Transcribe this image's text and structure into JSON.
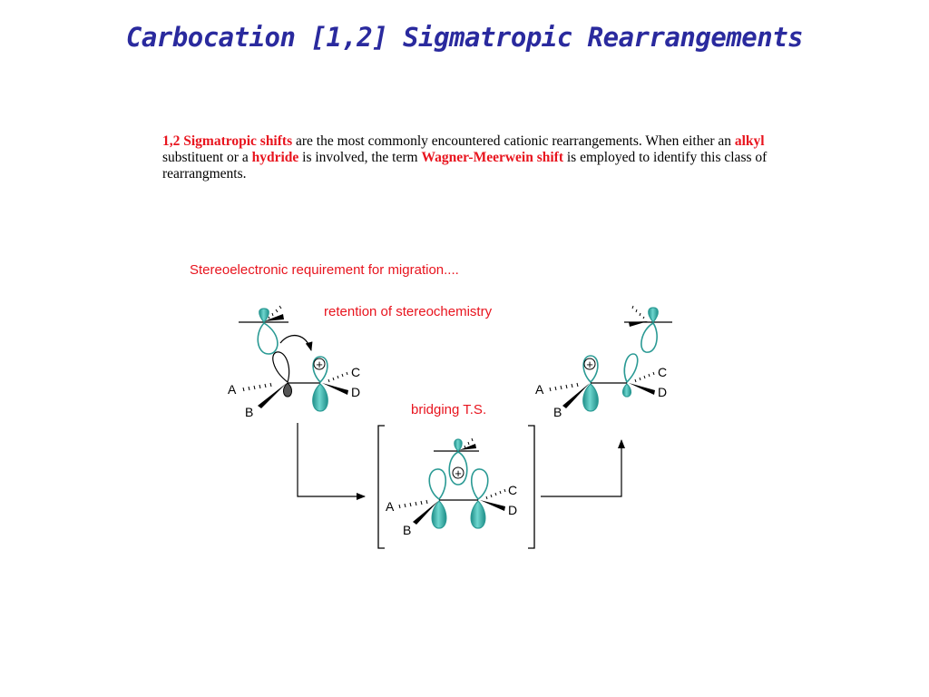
{
  "title": "Carbocation [1,2] Sigmatropic Rearrangements",
  "intro": {
    "term1": "1,2 Sigmatropic shifts",
    "text1": " are the most commonly encountered cationic rearrangements.  When either an ",
    "term2": "alkyl",
    "text2": " substituent or a ",
    "term3": "hydride",
    "text3": " is involved, the term ",
    "term4": "Wagner-Meerwein shift",
    "text4": " is employed to identify this class of rearrangments."
  },
  "diagram": {
    "heading": "Stereoelectronic requirement for migration....",
    "retention_label": "retention of stereochemistry",
    "bridging_label": "bridging T.S.",
    "plus_symbol": "+",
    "substituents": {
      "a": "A",
      "b": "B",
      "c": "C",
      "d": "D"
    },
    "colors": {
      "lobe": "#3bb8b0",
      "lobe_outline": "#2a9a94",
      "red": "#e8141e",
      "title": "#2a2a9e"
    }
  }
}
